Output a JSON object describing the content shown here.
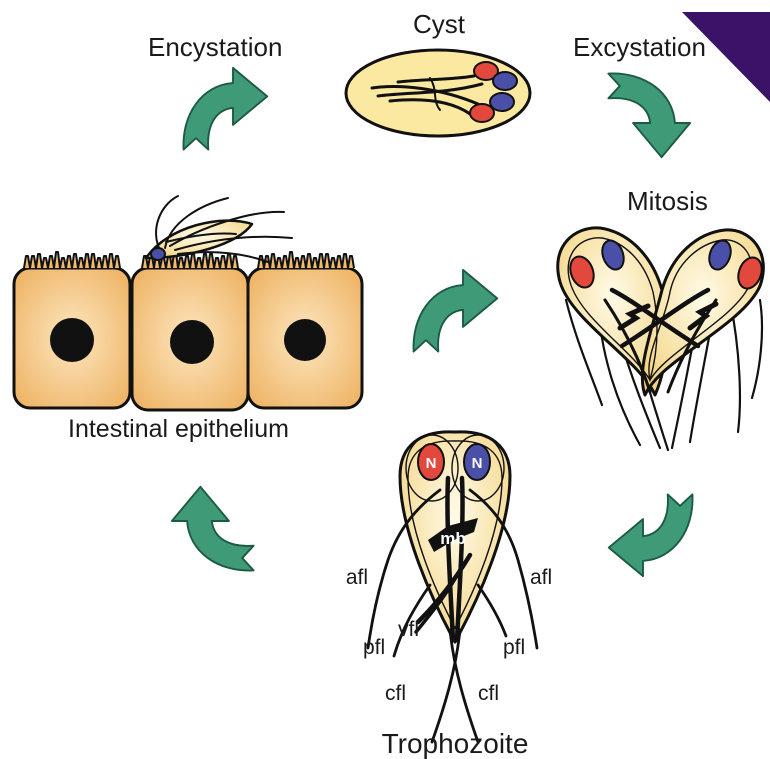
{
  "labels": {
    "cyst": "Cyst",
    "encystation": "Encystation",
    "excystation": "Excystation",
    "mitosis": "Mitosis",
    "intestinal_epithelium": "Intestinal epithelium",
    "trophozoite": "Trophozoite"
  },
  "trophozoite_parts": {
    "nucleus_left": "N",
    "nucleus_right": "N",
    "mb": "mb",
    "afl_left": "afl",
    "afl_right": "afl",
    "vfl": "vfl",
    "pfl_left": "pfl",
    "pfl_right": "pfl",
    "cfl_left": "cfl",
    "cfl_right": "cfl"
  },
  "colors": {
    "arrow_green": "#3f9a78",
    "arrow_outline": "#1d5a44",
    "nucleus_red": "#e2483c",
    "nucleus_blue": "#4a4fa8",
    "corner_triangle": "#3a1268"
  }
}
